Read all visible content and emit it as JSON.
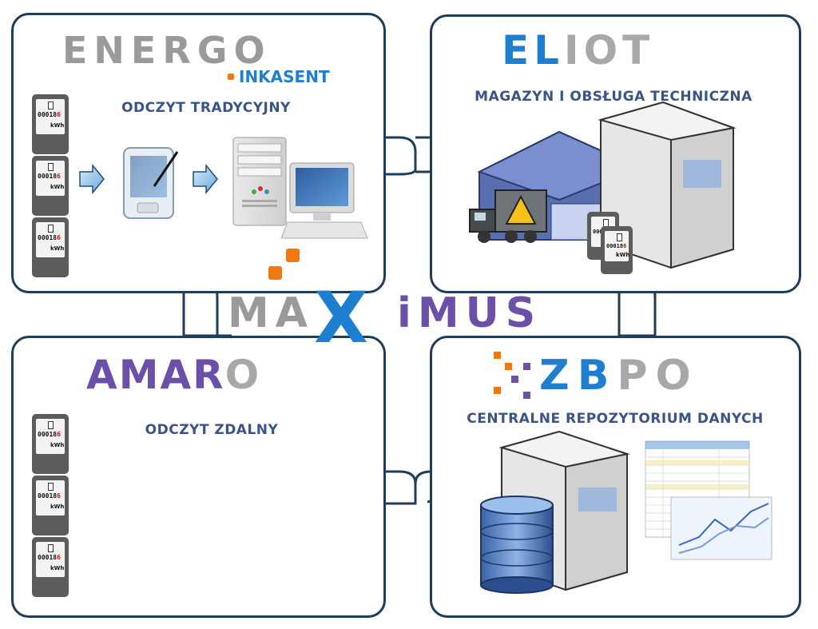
{
  "energo": {
    "logo": "ENERGO",
    "sub_logo": "INKASENT",
    "heading": "ODCZYT TRADYCYJNY"
  },
  "eliot": {
    "logo_blue": "EL",
    "logo_gray": "IOT",
    "heading": "MAGAZYN I OBSŁUGA TECHNICZNA"
  },
  "amaro": {
    "logo_purple": "AMAR",
    "logo_gray": "O",
    "heading": "ODCZYT ZDALNY"
  },
  "zbpo": {
    "logo_blue": "ZB",
    "logo_gray": "PO",
    "heading": "CENTRALNE REPOZYTORIUM DANYCH"
  },
  "center": {
    "logo_left": "MA",
    "logo_x": "X",
    "logo_right": "iMUS"
  },
  "meter": {
    "digits": "00018",
    "last_digit": "6",
    "unit": "kWh"
  },
  "colors": {
    "border": "#1f3d57",
    "heading": "#3a5487",
    "blue": "#1e7fd0",
    "purple": "#6b4fa8",
    "gray": "#a8a8a8",
    "orange": "#f07a10"
  }
}
